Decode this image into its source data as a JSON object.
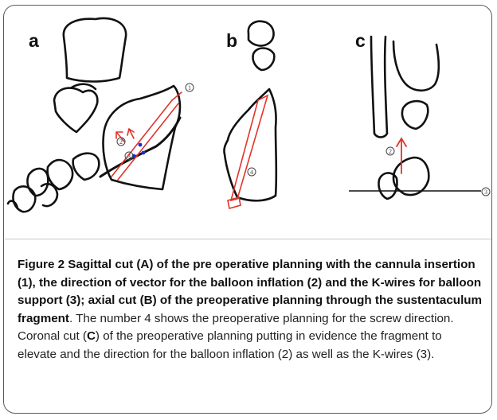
{
  "figure": {
    "panels": [
      {
        "label": "a",
        "markers": [
          "1",
          "2",
          "3"
        ]
      },
      {
        "label": "b",
        "markers": [
          "4"
        ]
      },
      {
        "label": "c",
        "markers": [
          "2",
          "3"
        ]
      }
    ],
    "caption": {
      "figure_label": "Figure 2",
      "bold_text_1": " Sagittal cut (A) of the pre operative planning with the cannula insertion (1), the direction of vector for the balloon inflation (2) and the K-wires for balloon support (3); axial cut (B) of the preoperative planning through the sustentaculum fragment",
      "text_1": ". The number 4 shows the preoperative planning for the screw direction. Coronal cut (",
      "bold_C": "C",
      "text_2": ") of the preoperative planning putting in evidence the fragment to elevate and the direction for the balloon inflation (2) as well as the K-wires (3)."
    }
  },
  "colors": {
    "drawing": "#111111",
    "annotation": "#e2332a",
    "dots": "#1a2bd6",
    "frame": "#5a5a5a"
  }
}
